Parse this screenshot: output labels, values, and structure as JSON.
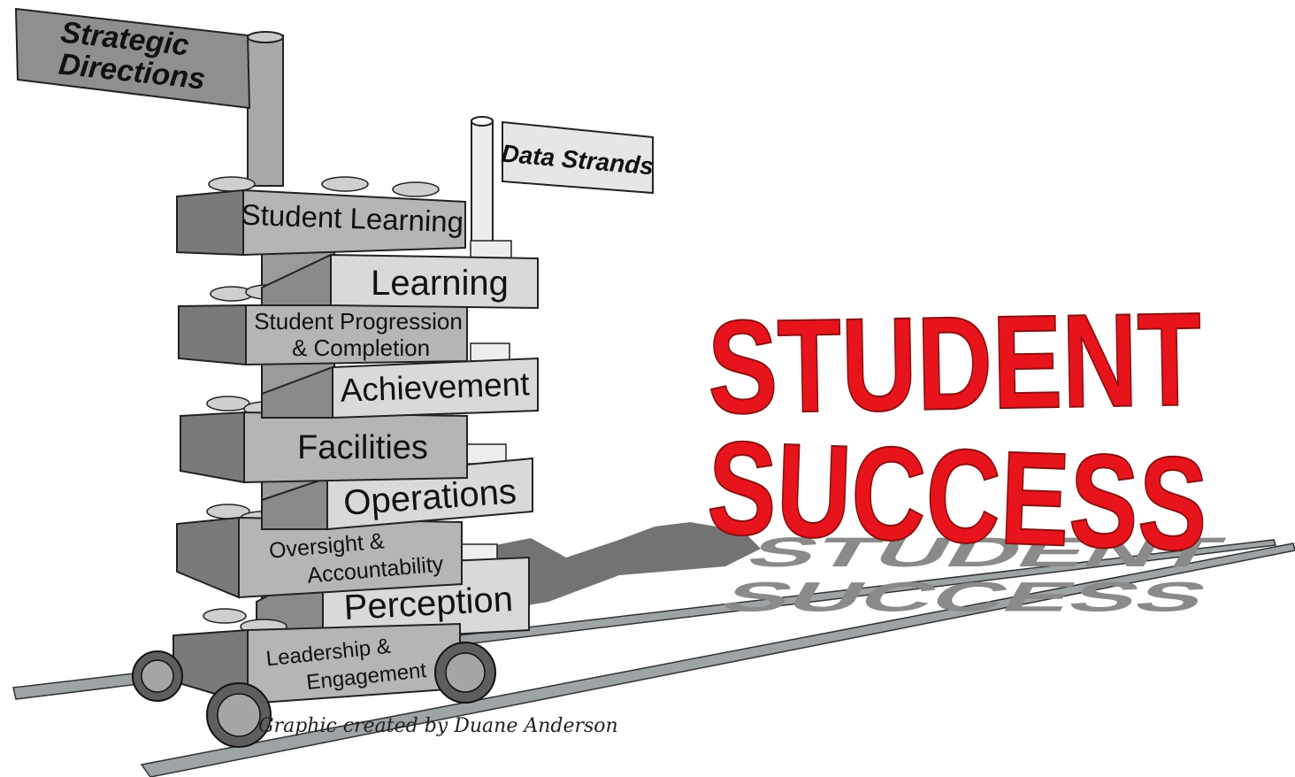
{
  "flags": {
    "strategic_line1": "Strategic",
    "strategic_line2": "Directions",
    "data_strands": "Data Strands"
  },
  "strategic_directions": {
    "student_learning": "Student Learning",
    "progression_line1": "Student Progression",
    "progression_line2": "& Completion",
    "facilities": "Facilities",
    "oversight_line1": "Oversight &",
    "oversight_line2": "Accountability",
    "leadership_line1": "Leadership &",
    "leadership_line2": "Engagement"
  },
  "data_strands": {
    "learning": "Learning",
    "achievement": "Achievement",
    "operations": "Operations",
    "perception": "Perception"
  },
  "headline": {
    "line1": "STUDENT",
    "line2": "SUCCESS",
    "color": "#e8141c"
  },
  "credit": "Graphic created by Duane Anderson"
}
